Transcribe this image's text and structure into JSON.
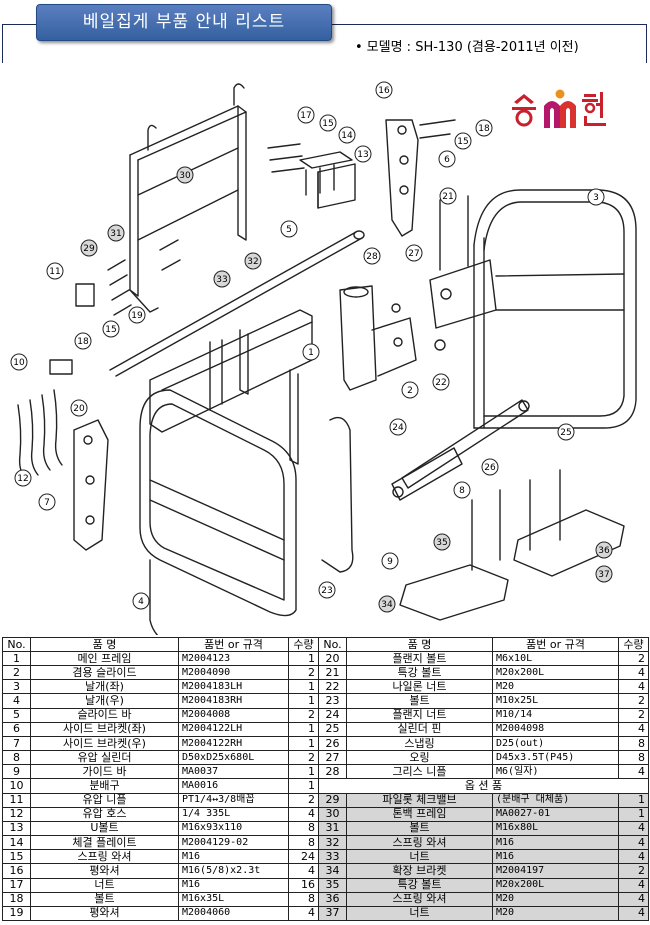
{
  "header": {
    "banner_title": "베일집게 부품 안내 리스트",
    "model_label": "모델명 : SH-130 (겸용-2011년 이전)"
  },
  "logo": {
    "text": "송현",
    "colors": {
      "red": "#c8202d",
      "magenta": "#b5176b",
      "orange": "#e8931e"
    }
  },
  "callouts": [
    "1",
    "2",
    "3",
    "4",
    "5",
    "6",
    "7",
    "8",
    "9",
    "10",
    "11",
    "12",
    "13",
    "14",
    "15",
    "16",
    "17",
    "18",
    "19",
    "20",
    "21",
    "22",
    "23",
    "24",
    "25",
    "26",
    "27",
    "28",
    "29",
    "30",
    "31",
    "32",
    "33",
    "34",
    "35",
    "36",
    "37"
  ],
  "table": {
    "headers": {
      "no": "No.",
      "name": "품 명",
      "code": "품번 or 규격",
      "qty": "수량"
    },
    "option_header": "옵 션 품",
    "left_rows": [
      {
        "no": "1",
        "name": "메인 프레임",
        "code": "M2004123",
        "qty": "1"
      },
      {
        "no": "2",
        "name": "겸용 슬라이드",
        "code": "M2004090",
        "qty": "2"
      },
      {
        "no": "3",
        "name": "날개(좌)",
        "code": "M2004183LH",
        "qty": "1"
      },
      {
        "no": "4",
        "name": "날개(우)",
        "code": "M2004183RH",
        "qty": "1"
      },
      {
        "no": "5",
        "name": "슬라이드 바",
        "code": "M2004008",
        "qty": "2"
      },
      {
        "no": "6",
        "name": "사이드 브라켓(좌)",
        "code": "M2004122LH",
        "qty": "1"
      },
      {
        "no": "7",
        "name": "사이드 브라켓(우)",
        "code": "M2004122RH",
        "qty": "1"
      },
      {
        "no": "8",
        "name": "유압 실린더",
        "code": "D50xD25x680L",
        "qty": "2"
      },
      {
        "no": "9",
        "name": "가이드 바",
        "code": "MA0037",
        "qty": "1"
      },
      {
        "no": "10",
        "name": "분배구",
        "code": "MA0016",
        "qty": "1"
      },
      {
        "no": "11",
        "name": "유압 니플",
        "code": "PT1/4↔3/8배꼽",
        "qty": "2"
      },
      {
        "no": "12",
        "name": "유압 호스",
        "code": "1/4 335L",
        "qty": "4"
      },
      {
        "no": "13",
        "name": "U볼트",
        "code": "M16x93x110",
        "qty": "8"
      },
      {
        "no": "14",
        "name": "체결 플레이트",
        "code": "M2004129-02",
        "qty": "8"
      },
      {
        "no": "15",
        "name": "스프링 와셔",
        "code": "M16",
        "qty": "24"
      },
      {
        "no": "16",
        "name": "평와셔",
        "code": "M16(5/8)x2.3t",
        "qty": "4"
      },
      {
        "no": "17",
        "name": "너트",
        "code": "M16",
        "qty": "16"
      },
      {
        "no": "18",
        "name": "볼트",
        "code": "M16x35L",
        "qty": "8"
      },
      {
        "no": "19",
        "name": "평와셔",
        "code": "M2004060",
        "qty": "4"
      }
    ],
    "right_rows": [
      {
        "no": "20",
        "name": "플랜지 볼트",
        "code": "M6x10L",
        "qty": "2"
      },
      {
        "no": "21",
        "name": "특강 볼트",
        "code": "M20x200L",
        "qty": "4"
      },
      {
        "no": "22",
        "name": "나일론 너트",
        "code": "M20",
        "qty": "4"
      },
      {
        "no": "23",
        "name": "볼트",
        "code": "M10x25L",
        "qty": "2"
      },
      {
        "no": "24",
        "name": "플랜지 너트",
        "code": "M10/14",
        "qty": "2"
      },
      {
        "no": "25",
        "name": "실린더 핀",
        "code": "M2004098",
        "qty": "4"
      },
      {
        "no": "26",
        "name": "스냅링",
        "code": "D25(out)",
        "qty": "8"
      },
      {
        "no": "27",
        "name": "오링",
        "code": "D45x3.5T(P45)",
        "qty": "8"
      },
      {
        "no": "28",
        "name": "그리스 니플",
        "code": "M6(일자)",
        "qty": "4"
      }
    ],
    "option_rows": [
      {
        "no": "29",
        "name": "파일롯 체크밸브",
        "code": "(분배구 대체품)",
        "qty": "1"
      },
      {
        "no": "30",
        "name": "톤백 프레임",
        "code": "MA0027-01",
        "qty": "1"
      },
      {
        "no": "31",
        "name": "볼트",
        "code": "M16x80L",
        "qty": "4"
      },
      {
        "no": "32",
        "name": "스프링 와셔",
        "code": "M16",
        "qty": "4"
      },
      {
        "no": "33",
        "name": "너트",
        "code": "M16",
        "qty": "4"
      },
      {
        "no": "34",
        "name": "확장 브라켓",
        "code": "M2004197",
        "qty": "2"
      },
      {
        "no": "35",
        "name": "특강 볼트",
        "code": "M20x200L",
        "qty": "4"
      },
      {
        "no": "36",
        "name": "스프링 와셔",
        "code": "M20",
        "qty": "4"
      },
      {
        "no": "37",
        "name": "너트",
        "code": "M20",
        "qty": "4"
      }
    ]
  }
}
